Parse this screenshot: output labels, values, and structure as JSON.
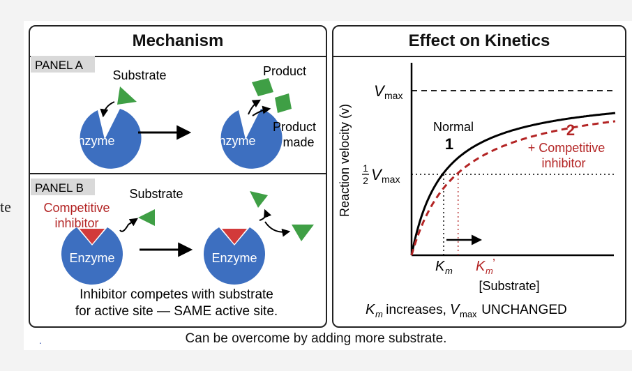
{
  "mechanism": {
    "title": "Mechanism",
    "panel_a": {
      "label": "PANEL A",
      "substrate": "Substrate",
      "product": "Product",
      "product_made_1": "Product",
      "product_made_2": "made",
      "enzyme_left": "Enzyme",
      "enzyme_right": "Enzyme"
    },
    "panel_b": {
      "label": "PANEL B",
      "substrate": "Substrate",
      "inhibitor_1": "Competitive",
      "inhibitor_2": "inhibitor",
      "enzyme_left": "Enzyme",
      "enzyme_right": "Enzyme",
      "caption_1": "Inhibitor competes with substrate",
      "caption_2": "for active site — SAME active site."
    }
  },
  "kinetics": {
    "title": "Effect on Kinetics",
    "y_axis_label": "Reaction velocity (v)",
    "x_axis_label": "[Substrate]",
    "vmax_V": "V",
    "vmax_sub": "max",
    "half_num": "1",
    "half_den": "2",
    "km": "K",
    "km_sub": "m",
    "km_prime_sub": "m",
    "km_prime_mark": "’",
    "normal_label": "Normal",
    "normal_number": "1",
    "inhibitor_number": "2",
    "inhibitor_label_1": "+ Competitive",
    "inhibitor_label_2": "inhibitor",
    "summary_km": "K",
    "summary_km_sub": "m",
    "summary_mid": " increases, ",
    "summary_v": "V",
    "summary_v_sub": "max",
    "summary_end": " UNCHANGED"
  },
  "footer": "Can be overcome by adding more substrate.",
  "edge_fragment": "te",
  "edge_dot": ".",
  "colors": {
    "enzyme": "#3d6fc0",
    "substrate": "#3f9f45",
    "inhibitor": "#d23a3a",
    "inhibitor_text": "#b32424",
    "panel_label_bg": "#d9d9d9"
  },
  "chart_data": {
    "type": "line",
    "xlabel": "[Substrate]",
    "ylabel": "Reaction velocity (v)",
    "series": [
      {
        "name": "Normal",
        "style": "solid",
        "color": "#000000",
        "vmax": 1,
        "km": 1
      },
      {
        "name": "+ Competitive inhibitor",
        "style": "dashed",
        "color": "#b32424",
        "vmax": 1,
        "km": 1.45
      }
    ],
    "reference_lines": [
      "Vmax",
      "1/2 Vmax"
    ],
    "x_ticks": [
      "Km",
      "Km’"
    ]
  }
}
